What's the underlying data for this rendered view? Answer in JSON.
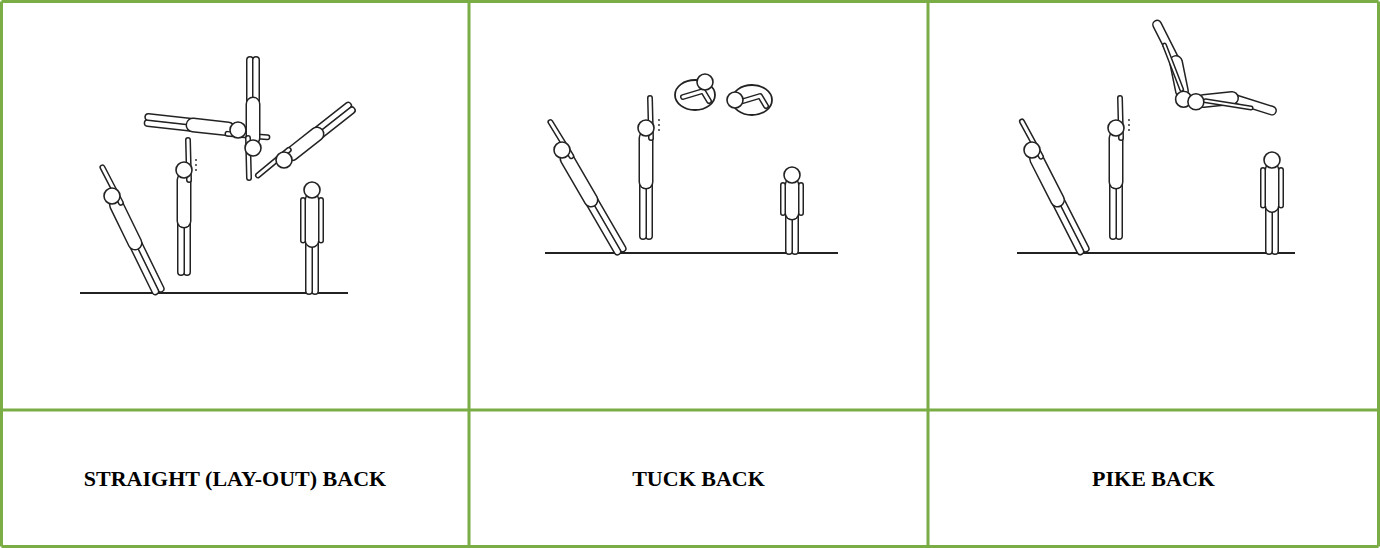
{
  "diagram": {
    "labels": [
      "STRAIGHT (LAY-OUT) BACK",
      "TUCK BACK",
      "PIKE BACK"
    ]
  }
}
